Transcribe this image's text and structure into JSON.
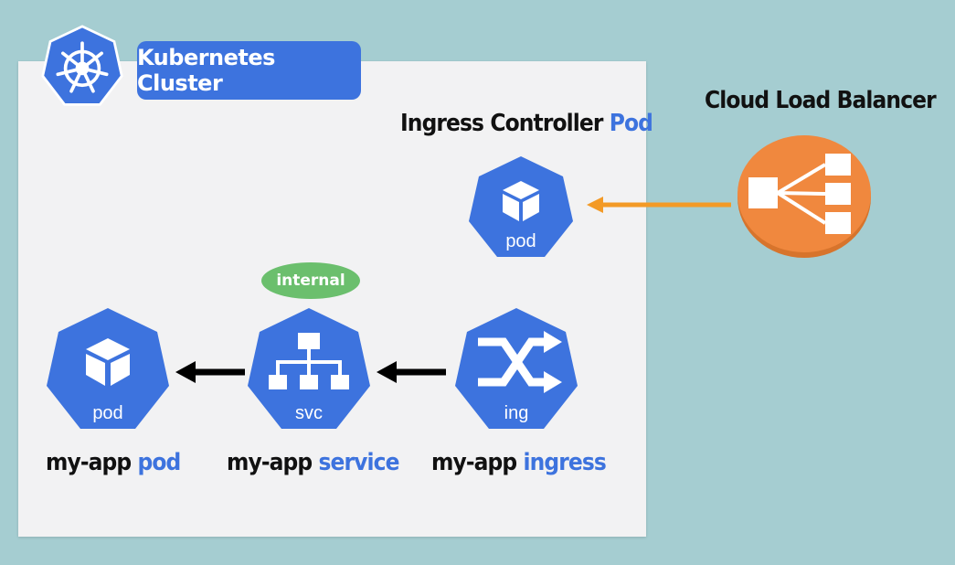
{
  "cluster": {
    "title": "Kubernetes Cluster"
  },
  "ingress_controller": {
    "label_prefix": "Ingress Controller",
    "label_accent": "Pod",
    "icon_text": "pod"
  },
  "load_balancer": {
    "label": "Cloud Load Balancer"
  },
  "service_badge": {
    "text": "internal"
  },
  "nodes": [
    {
      "icon_text": "pod",
      "label_prefix": "my-app",
      "label_accent": "pod"
    },
    {
      "icon_text": "svc",
      "label_prefix": "my-app",
      "label_accent": "service"
    },
    {
      "icon_text": "ing",
      "label_prefix": "my-app",
      "label_accent": "ingress"
    }
  ],
  "colors": {
    "k8s_blue": "#3d73de",
    "balancer_orange": "#f0883e",
    "arrow_orange": "#f39a26",
    "badge_green": "#6bbf6d",
    "background": "#a5cdd1"
  }
}
